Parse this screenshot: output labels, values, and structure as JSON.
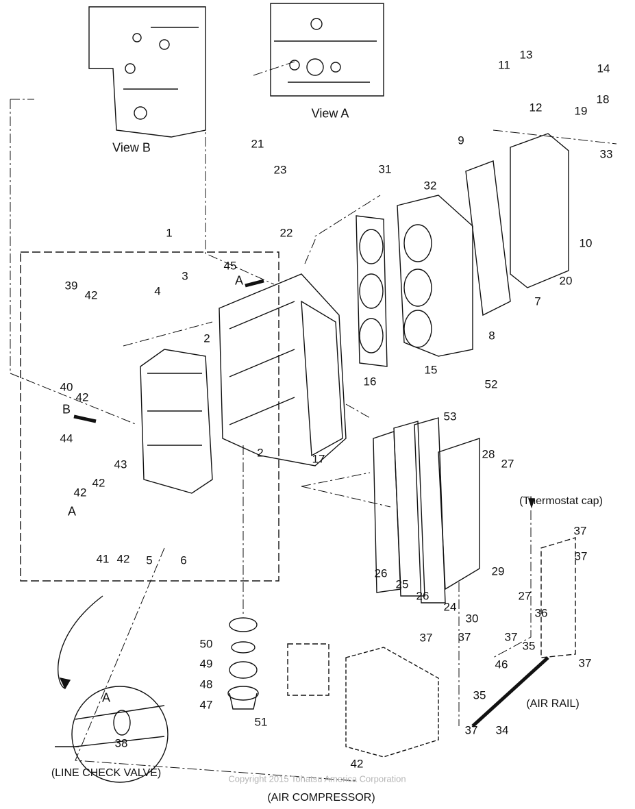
{
  "diagram": {
    "captions": {
      "view_a": "View A",
      "view_b": "View B",
      "thermostat_cap": "(Thermostat cap)",
      "air_rail": "(AIR RAIL)",
      "line_check_valve": "(LINE CHECK VALVE)",
      "air_compressor": "(AIR COMPRESSOR)",
      "arrow_a": "A",
      "arrow_b": "B",
      "detail_a": "A",
      "detail_a_circle": "A"
    },
    "copyright": "Copyright 2015 Tohatsu America Corporation",
    "callouts": [
      "1",
      "2",
      "2",
      "3",
      "4",
      "5",
      "6",
      "7",
      "8",
      "9",
      "10",
      "11",
      "12",
      "13",
      "14",
      "15",
      "16",
      "17",
      "18",
      "19",
      "20",
      "21",
      "22",
      "23",
      "24",
      "25",
      "26",
      "26",
      "27",
      "27",
      "28",
      "29",
      "30",
      "31",
      "32",
      "33",
      "34",
      "35",
      "35",
      "36",
      "37",
      "37",
      "37",
      "37",
      "37",
      "37",
      "37",
      "38",
      "39",
      "40",
      "41",
      "42",
      "42",
      "42",
      "42",
      "42",
      "42",
      "43",
      "44",
      "45",
      "46",
      "47",
      "48",
      "49",
      "50",
      "51",
      "52",
      "53"
    ]
  }
}
